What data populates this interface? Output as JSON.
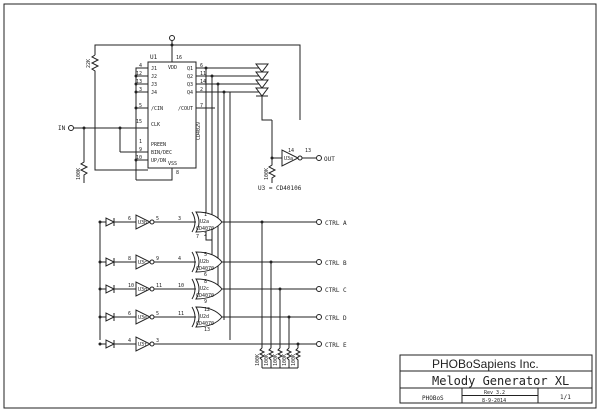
{
  "supply": {
    "vdd_pin": "16",
    "vdd": "VDD",
    "vss_pin": "8",
    "vss": "VSS"
  },
  "resistors": {
    "pullup": "22K",
    "r_in": "100K",
    "r_out": "100K",
    "r_bank": [
      "100K",
      "100K",
      "100K",
      "100K",
      "100K"
    ]
  },
  "u1": {
    "ref": "U1",
    "part": "CD4029",
    "left_pins": [
      {
        "num": "4",
        "name": "J1"
      },
      {
        "num": "12",
        "name": "J2"
      },
      {
        "num": "13",
        "name": "J3"
      },
      {
        "num": "3",
        "name": "J4"
      },
      {
        "num": "5",
        "name": "/CIN"
      },
      {
        "num": "15",
        "name": "CLK"
      },
      {
        "num": "1",
        "name": "PREEN"
      },
      {
        "num": "9",
        "name": "BIN/DEC"
      },
      {
        "num": "10",
        "name": "UP/DN"
      }
    ],
    "right_pins": [
      {
        "num": "6",
        "name": "Q1"
      },
      {
        "num": "11",
        "name": "Q2"
      },
      {
        "num": "14",
        "name": "Q3"
      },
      {
        "num": "2",
        "name": "Q4"
      },
      {
        "num": "7",
        "name": "/COUT"
      }
    ]
  },
  "in_label": "IN",
  "out_label": "OUT",
  "u3": {
    "ref": "U3a",
    "pin_in": "14",
    "pin_out": "13",
    "note": "U3 = CD40106"
  },
  "inverters": [
    {
      "ref": "U3b",
      "in_pin": "6",
      "out_pin": "5"
    },
    {
      "ref": "U3c",
      "in_pin": "8",
      "out_pin": "9"
    },
    {
      "ref": "U3d",
      "in_pin": "10",
      "out_pin": "11"
    },
    {
      "ref": "U3e",
      "in_pin": "6",
      "out_pin": "5"
    },
    {
      "ref": "U3f",
      "in_pin": "4",
      "out_pin": "3"
    }
  ],
  "xor_gates": [
    {
      "ref": "U2a",
      "part": "CD4070",
      "pins": [
        "3",
        "1",
        "2"
      ]
    },
    {
      "ref": "U2b",
      "part": "CD4070",
      "pins": [
        "4",
        "5",
        "6"
      ]
    },
    {
      "ref": "U2c",
      "part": "CD4070",
      "pins": [
        "10",
        "8",
        "9"
      ]
    },
    {
      "ref": "U2d",
      "part": "CD4070",
      "pins": [
        "11",
        "12",
        "13"
      ]
    }
  ],
  "extra_pins": {
    "u2_gnd": "7"
  },
  "outputs": [
    "CTRL A",
    "CTRL B",
    "CTRL C",
    "CTRL D",
    "CTRL E"
  ],
  "title_block": {
    "company": "PHOBoSapiens Inc.",
    "title": "Melody Generator XL",
    "author": "PHOBoS",
    "rev": "Rev 3.2",
    "date": "8-9-2014",
    "sheet": "1/1"
  }
}
